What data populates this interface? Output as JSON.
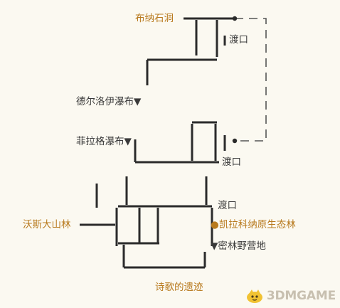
{
  "labels": {
    "bunaqi_cave": "布纳石洞",
    "ferry_top": "渡口",
    "dercello_falls": "德尔洛伊瀑布▼",
    "filag_falls": "菲拉格瀑布▼",
    "ferry_mid": "渡口",
    "ferry_low": "渡口",
    "wosi_forest": "沃斯大山林",
    "kela_forest": "●凯拉科纳原生态林",
    "forest_camp": "▼密林野营地",
    "ruins_of_song": "诗歌的遗迹"
  },
  "watermark": {
    "text": "3DMGAME"
  },
  "colors": {
    "background": "#fbf9f1",
    "path": "#2b2b2b",
    "dashed": "#555555",
    "label_gold": "#b87a1e",
    "label_dark": "#3a3a3a",
    "watermark_text": "#c8c0b0",
    "watermark_logo": "#f1c232"
  }
}
